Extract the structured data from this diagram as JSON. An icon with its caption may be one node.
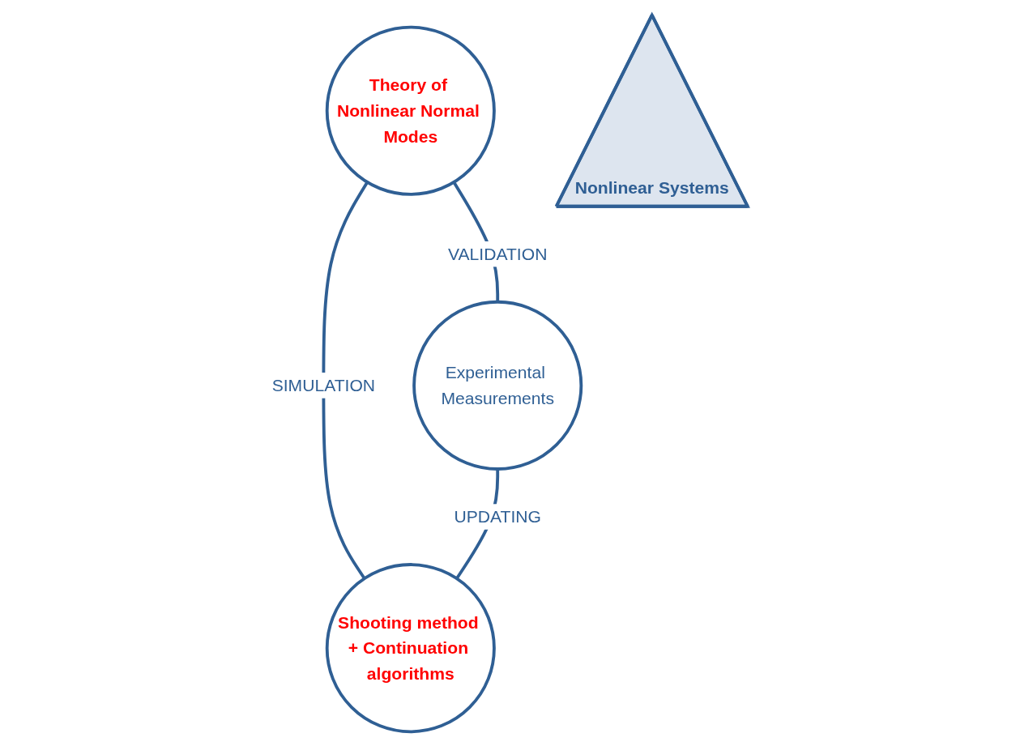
{
  "diagram": {
    "nodes": [
      {
        "text": [
          "Theory of Nonlinear Normal Modes"
        ]
      },
      {
        "text": [
          "Nonlinear Systems"
        ]
      },
      {
        "text": [
          "Experimental Measurements"
        ]
      },
      {
        "text": [
          "Shooting method + Continuation algorithms"
        ]
      }
    ],
    "edges": [
      {
        "from": 0,
        "to": 2,
        "arrow": "none",
        "label": "VALIDATION"
      },
      {
        "from": 0,
        "to": 3,
        "arrow": "none",
        "label": "SIMULATION"
      },
      {
        "from": 2,
        "to": 3,
        "arrow": "none",
        "label": "UPDATING"
      }
    ]
  }
}
